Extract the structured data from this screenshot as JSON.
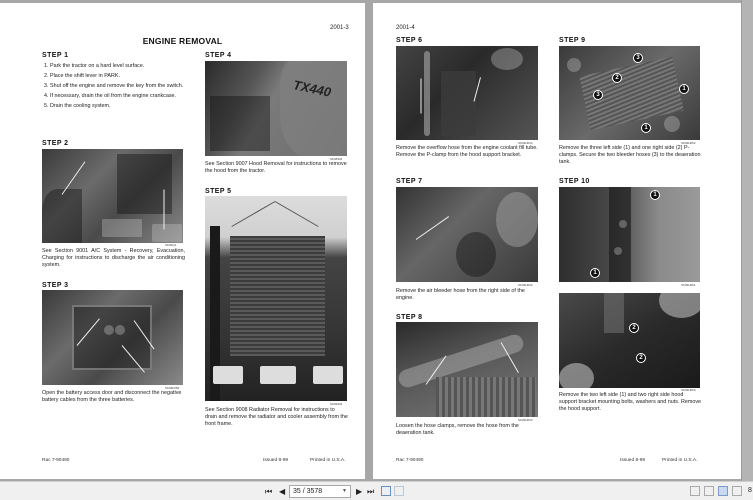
{
  "left_page": {
    "page_number": "2001-3",
    "title": "ENGINE REMOVAL",
    "step1": {
      "label": "STEP 1",
      "items": [
        "1. Park the tractor on a hard level surface.",
        "2. Place the shift lever in PARK.",
        "3. Shut off the engine and remove the key from the switch.",
        "4. If necessary, drain the oil from the engine crankcase.",
        "5. Drain the cooling system."
      ]
    },
    "step2": {
      "label": "STEP 2",
      "caption": "See Section 9001 A/C System - Recovery, Evacuation, Charging for instructions to discharge the air conditioning system."
    },
    "step3": {
      "label": "STEP 3",
      "caption": "Open the battery access door and disconnect the negative battery cables from the three batteries."
    },
    "step4": {
      "label": "STEP 4",
      "photo_text": "TX440",
      "caption": "See Section 9007 Hood Removal for instructions to remove the hood from the tractor."
    },
    "step5": {
      "label": "STEP 5",
      "caption": "See Section 9008 Radiator Removal for instructions to drain and remove the radiator and cooler assembly from the front frame."
    },
    "footer": {
      "ref": "Rac 7-90490",
      "issued": "Issued 8-99",
      "printed": "Printed in U.S.A."
    }
  },
  "right_page": {
    "page_number": "2001-4",
    "step6": {
      "label": "STEP 6",
      "caption": "Remove the overflow hose from the engine coolant fill tube. Remove the P-clamp from the hood support bracket."
    },
    "step7": {
      "label": "STEP 7",
      "caption": "Remove the air bleeder hose from the right side of the engine."
    },
    "step8": {
      "label": "STEP 8",
      "caption": "Loosen the hose clamps, remove the hose from the deaeration tank."
    },
    "step9": {
      "label": "STEP 9",
      "callouts": [
        "3",
        "2",
        "3",
        "1",
        "1"
      ],
      "caption": "Remove the three left side (1) and one right side (2) P-clamps. Secure the two bleeder hoses (3) to the deaeration tank."
    },
    "step10": {
      "label": "STEP 10",
      "callouts_top": [
        "1",
        "1"
      ],
      "callouts_bottom": [
        "2",
        "2"
      ],
      "caption": "Remove the two left side (1) and two right side hood support bracket mounting bolts, washers and nuts. Remove the hood support."
    },
    "footer": {
      "ref": "Rac 7-90490",
      "issued": "Issued 8-99",
      "printed": "Printed in U.S.A."
    }
  },
  "toolbar": {
    "first_page": "⏮",
    "prev_page": "◀",
    "page_indicator": "35 / 3578",
    "next_page": "▶",
    "last_page": "⏭",
    "zoom_level": "8"
  }
}
